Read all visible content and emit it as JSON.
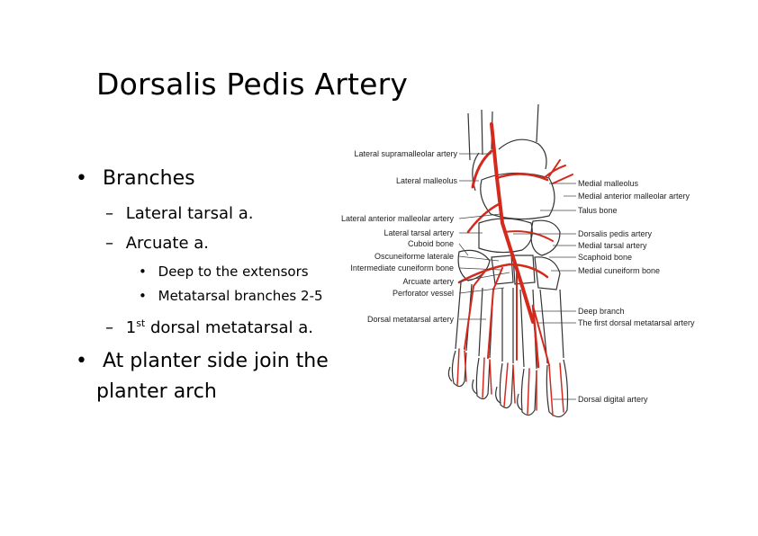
{
  "slide": {
    "title": "Dorsalis Pedis Artery",
    "bullets": {
      "branches": "Branches",
      "lateral_tarsal": "Lateral tarsal a.",
      "arcuate": "Arcuate a.",
      "deep_extensors": "Deep to the extensors",
      "metatarsal_branches": "Metatarsal branches 2-5",
      "first_dorsal_num": "1",
      "first_dorsal_sup": "st",
      "first_dorsal_text": " dorsal metatarsal a.",
      "planter_line1": "At planter side join the",
      "planter_line2": "planter arch"
    },
    "markers": {
      "level1": "•",
      "level2": "–",
      "level3": "•"
    }
  },
  "figure": {
    "artery_color": "#d42a1e",
    "left_labels": [
      "Lateral supramalleolar artery",
      "Lateral malleolus",
      "Lateral anterior malleolar artery",
      "Lateral tarsal artery",
      "Cuboid bone",
      "Oscuneiforme laterale",
      "Intermediate cuneiform bone",
      "Arcuate artery",
      "Perforator vessel",
      "Dorsal metatarsal artery"
    ],
    "right_labels": [
      "Medial malleolus",
      "Medial anterior malleolar artery",
      "Talus bone",
      "Dorsalis pedis artery",
      "Medial tarsal artery",
      "Scaphoid bone",
      "Medial cuneiform bone",
      "Deep branch",
      "The first dorsal metatarsal artery",
      "Dorsal digital artery"
    ]
  }
}
